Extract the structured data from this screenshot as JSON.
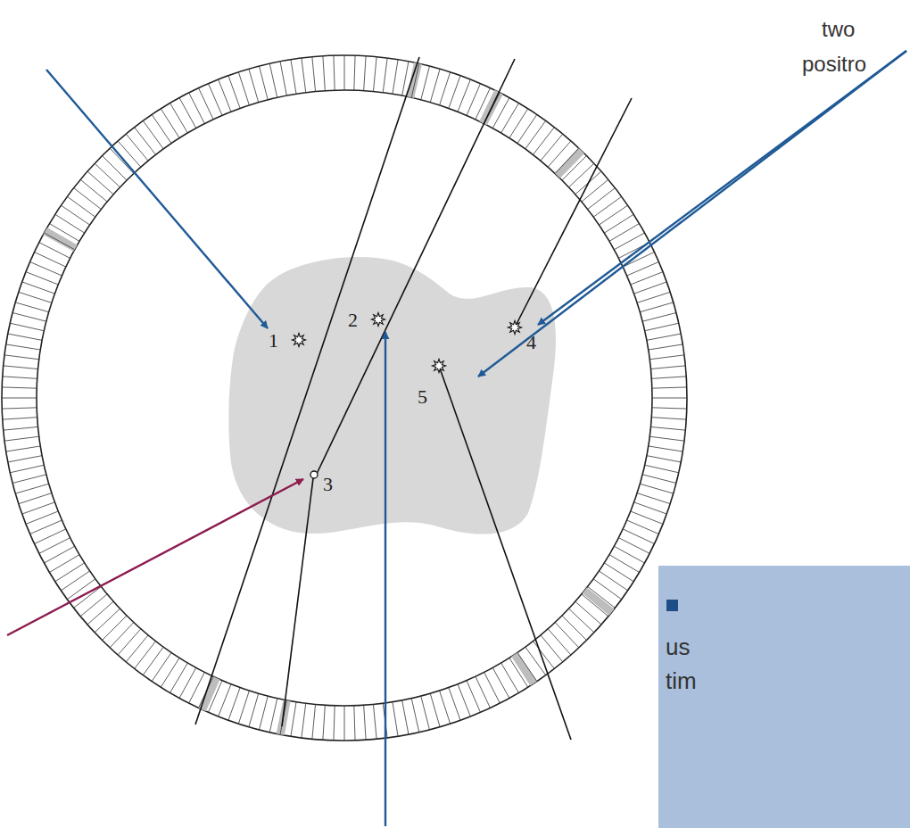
{
  "diagram": {
    "nodes": [
      {
        "text": [
          "us tim"
        ]
      }
    ],
    "labels": [
      "1",
      "2",
      "3",
      "4",
      "5",
      "two",
      "positro"
    ]
  }
}
